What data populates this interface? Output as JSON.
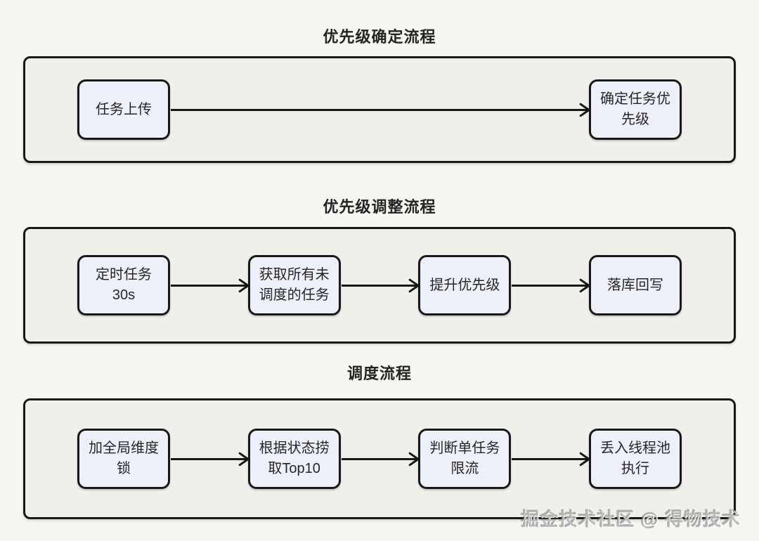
{
  "colors": {
    "page_background": "#f7f5ef",
    "panel_fill": "#f0efe9",
    "node_fill": "#edf0f8",
    "stroke": "#18181a",
    "text": "#262626",
    "watermark_gray": "#969696"
  },
  "sections": [
    {
      "title": "优先级确定流程",
      "nodes": [
        {
          "label": "任务上传"
        },
        {
          "label": "确定任务优\n先级"
        }
      ]
    },
    {
      "title": "优先级调整流程",
      "nodes": [
        {
          "label": "定时任务\n30s"
        },
        {
          "label": "获取所有未\n调度的任务"
        },
        {
          "label": "提升优先级"
        },
        {
          "label": "落库回写"
        }
      ]
    },
    {
      "title": "调度流程",
      "nodes": [
        {
          "label": "加全局维度\n锁"
        },
        {
          "label": "根据状态捞\n取Top10"
        },
        {
          "label": "判断单任务\n限流"
        },
        {
          "label": "丢入线程池\n执行"
        }
      ]
    }
  ],
  "watermark": "掘金技术社区 @ 得物技术"
}
